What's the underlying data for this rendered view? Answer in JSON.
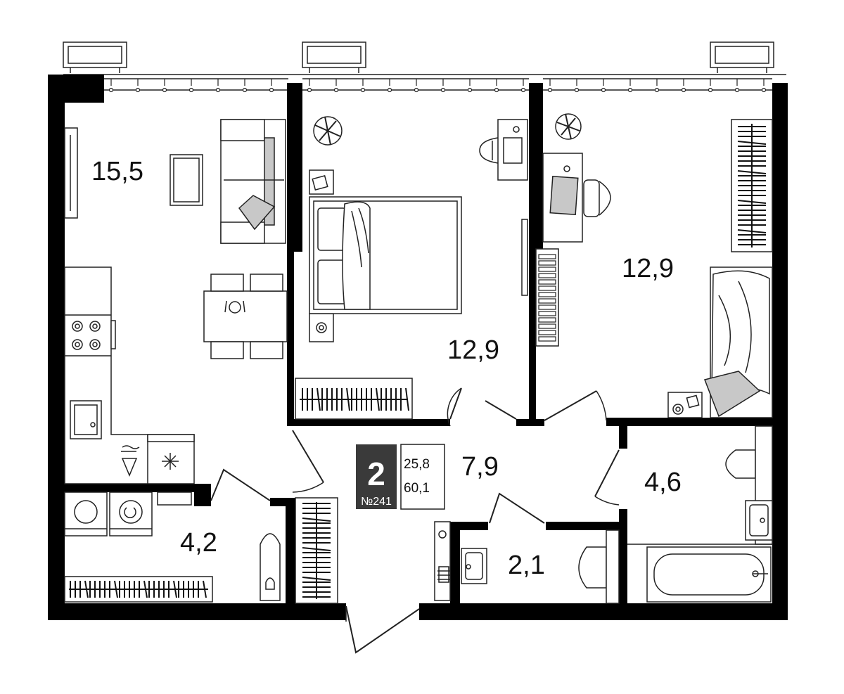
{
  "rooms": [
    {
      "id": "living-kitchen",
      "area": "15,5"
    },
    {
      "id": "bedroom-1",
      "area": "12,9"
    },
    {
      "id": "bedroom-2",
      "area": "12,9"
    },
    {
      "id": "hallway",
      "area": "7,9"
    },
    {
      "id": "bathroom",
      "area": "4,6"
    },
    {
      "id": "laundry",
      "area": "4,2"
    },
    {
      "id": "toilet",
      "area": "2,1"
    }
  ],
  "badge": {
    "rooms_count": "2",
    "apartment_number": "№241",
    "living_area": "25,8",
    "total_area": "60,1"
  },
  "colors": {
    "wall": "#000000",
    "badge_bg": "#3a3a3a",
    "furniture_fill": "#c8c8c8"
  }
}
